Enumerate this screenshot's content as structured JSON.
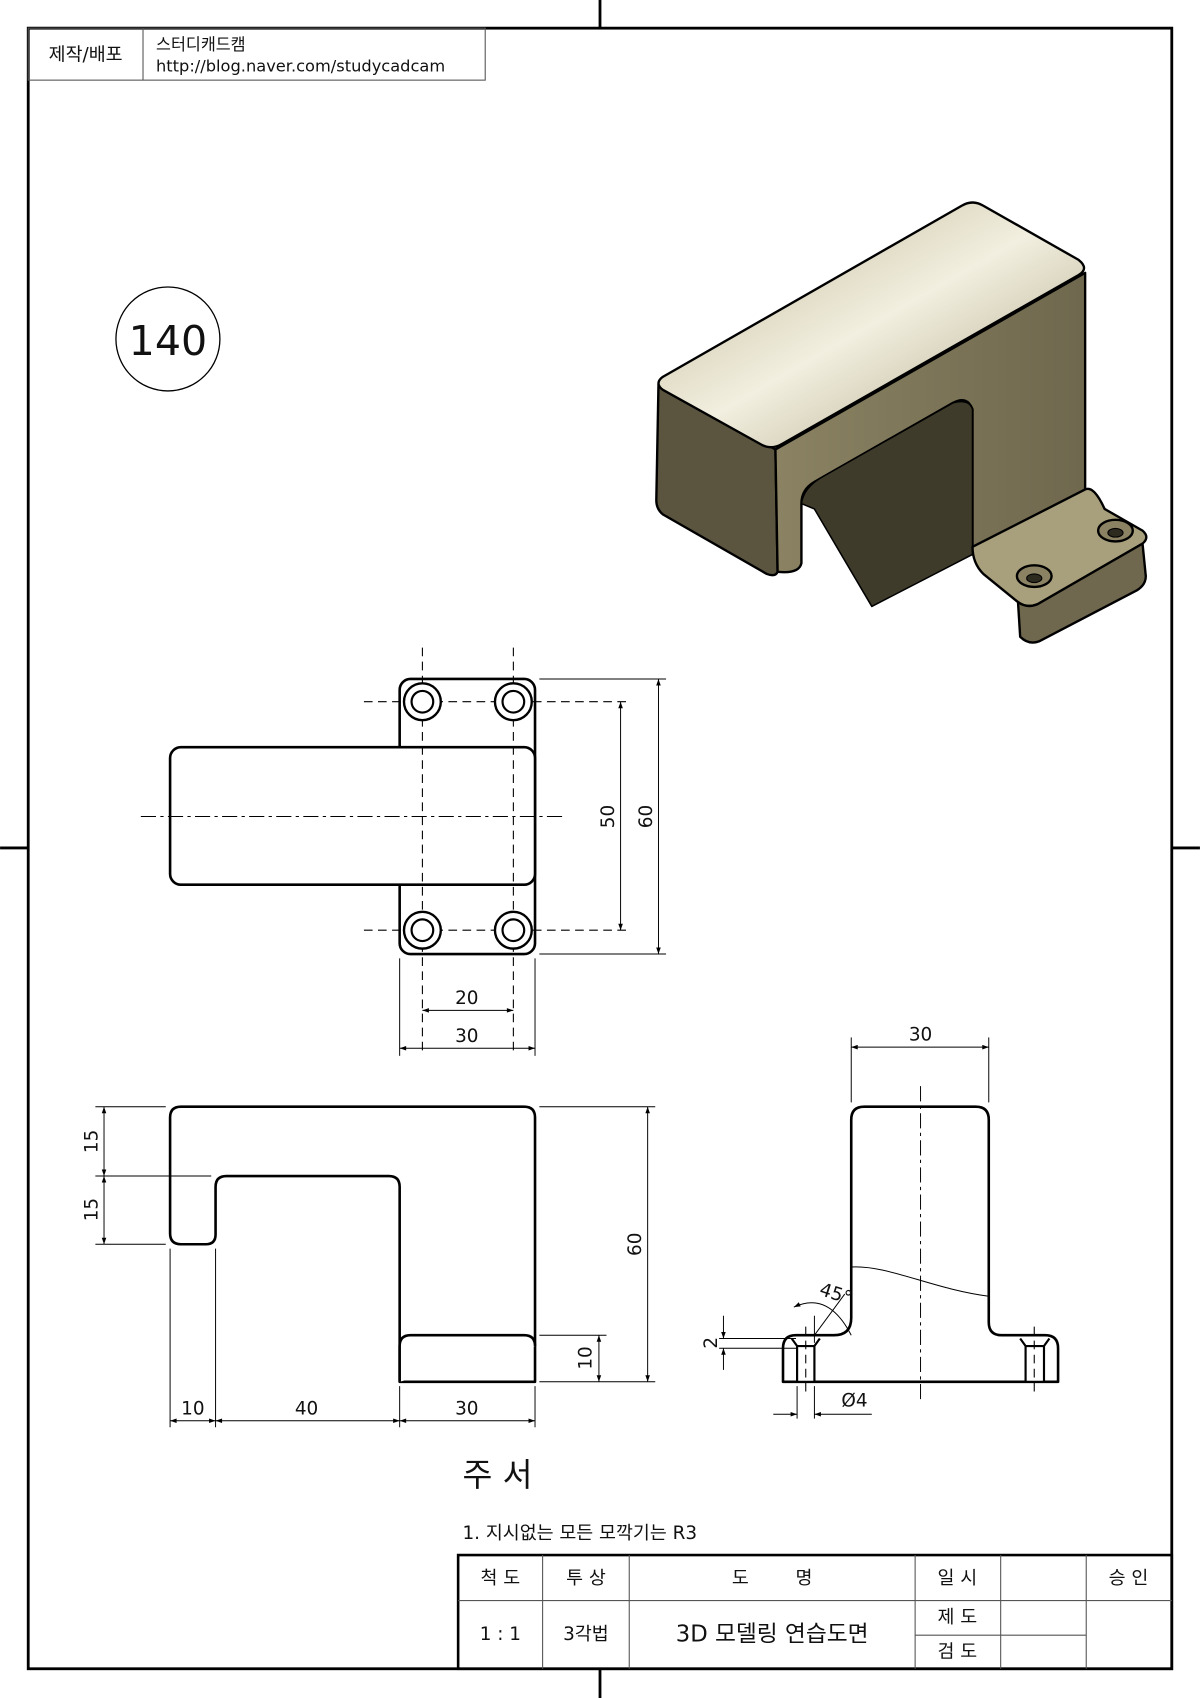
{
  "header": {
    "label": "제작/배포",
    "org": "스터디캐드캠",
    "url": "http://blog.naver.com/studycadcam"
  },
  "drawing_number": "140",
  "top_view": {
    "dim_hole_spacing_y": "50",
    "dim_total_y": "60",
    "dim_hole_spacing_x": "20",
    "dim_flange_x": "30"
  },
  "front_view": {
    "dim_top_bar": "15",
    "dim_lip": "15",
    "dim_height": "60",
    "dim_foot": "10",
    "dim_lip_width": "10",
    "dim_gap": "40",
    "dim_leg": "30"
  },
  "section_view": {
    "dim_width": "30",
    "dim_angle": "45°",
    "dim_counterbore": "2",
    "dim_hole": "Ø4"
  },
  "notes": {
    "title": "주   서",
    "items": [
      "1. 지시없는 모든 모깍기는 R3"
    ]
  },
  "title_block": {
    "scale_label": "척  도",
    "projection_label": "투  상",
    "name_label": "도        명",
    "date_label": "일  시",
    "approval_label": "승  인",
    "scale": "1 : 1",
    "projection": "3각법",
    "name": "3D 모델링 연습도면",
    "drafted_label": "제  도",
    "checked_label": "검  도"
  },
  "colors": {
    "model_light": "#d9d2b0",
    "model_mid": "#9b9374",
    "model_dark": "#4f4a36",
    "hatch": "#000000"
  }
}
